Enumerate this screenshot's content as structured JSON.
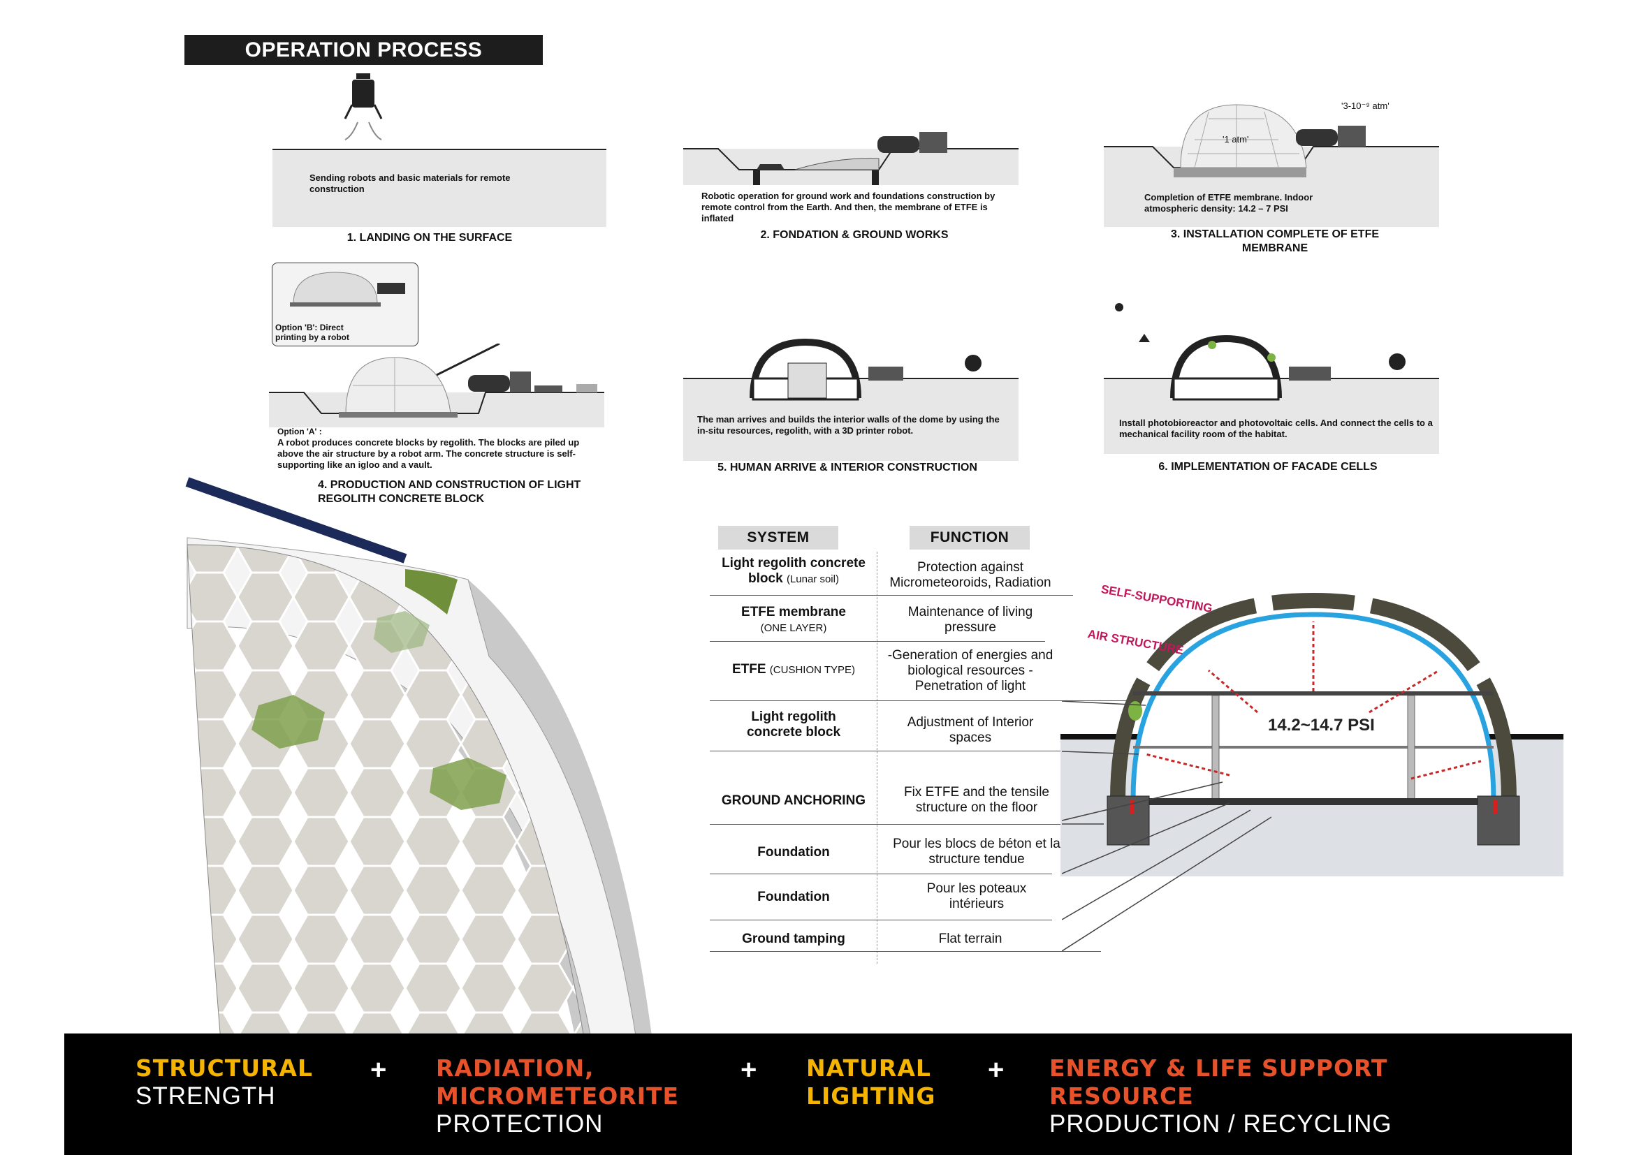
{
  "header": {
    "title": "OPERATION PROCESS"
  },
  "steps": [
    {
      "desc": "Sending robots and basic materials for remote construction",
      "label": "1. LANDING ON THE SURFACE"
    },
    {
      "desc": "Robotic operation for ground work and foundations construction by remote control from the Earth. And then, the membrane of ETFE is inflated",
      "label": "2. FONDATION & GROUND WORKS"
    },
    {
      "desc": "Completion of ETFE membrane. Indoor atmospheric density: 14.2 – 7 PSI",
      "label": "3. INSTALLATION COMPLETE OF ETFE MEMBRANE",
      "inside": "'1 atm'",
      "outside": "'3-10⁻⁹ atm'"
    },
    {
      "option_b": "Option 'B': Direct printing by a robot",
      "option_a": "Option 'A' :",
      "desc": "A robot produces concrete blocks by regolith. The blocks are piled up above the air structure by a robot arm. The concrete structure is self-supporting like an igloo and a vault.",
      "label": "4. PRODUCTION AND CONSTRUCTION OF LIGHT REGOLITH CONCRETE BLOCK"
    },
    {
      "desc": "The man arrives and builds the interior walls of the dome by using the in-situ resources, regolith, with a 3D printer robot.",
      "label": "5. HUMAN ARRIVE & INTERIOR CONSTRUCTION"
    },
    {
      "desc": "Install photobioreactor and photovoltaic cells. And connect the cells to a mechanical facility room of the habitat.",
      "label": "6. IMPLEMENTATION OF FACADE CELLS"
    }
  ],
  "table": {
    "system_header": "SYSTEM",
    "function_header": "FUNCTION",
    "rows": [
      {
        "system": "Light regolith concrete block",
        "system_note": "(Lunar soil)",
        "function": "Protection against Micrometeoroids, Radiation"
      },
      {
        "system": "ETFE membrane",
        "system_note": "(ONE LAYER)",
        "function": "Maintenance of living pressure"
      },
      {
        "system": "ETFE",
        "system_note": "(CUSHION TYPE)",
        "function": "-Generation of energies and biological resources - Penetration of light"
      },
      {
        "system": "Light regolith concrete block",
        "system_note": "",
        "function": "Adjustment of Interior spaces"
      },
      {
        "system": "GROUND ANCHORING",
        "system_note": "",
        "function": "Fix ETFE and the tensile structure on the floor"
      },
      {
        "system": "Foundation",
        "system_note": "",
        "function": "Pour les blocs de béton et la structure tendue"
      },
      {
        "system": "Foundation",
        "system_note": "",
        "function": "Pour les poteaux intérieurs"
      },
      {
        "system": "Ground tamping",
        "system_note": "",
        "function": "Flat terrain"
      }
    ]
  },
  "section": {
    "self_supporting": "SELF-SUPPORTING",
    "air_structure": "AIR STRUCTURE",
    "pressure": "14.2~14.7 PSI"
  },
  "footer": {
    "items": [
      {
        "a": "STRUCTURAL",
        "b": "STRENGTH"
      },
      {
        "a": "RADIATION, MICROMETEORITE",
        "b": "PROTECTION"
      },
      {
        "a": "NATURAL LIGHTING",
        "b": ""
      },
      {
        "a": "ENERGY & LIFE SUPPORT RESOURCE",
        "b": "PRODUCTION / RECYCLING"
      }
    ],
    "plus": "+",
    "colors": {
      "yellow": "#f5b400",
      "orange": "#e8522a",
      "white": "#ffffff"
    }
  }
}
